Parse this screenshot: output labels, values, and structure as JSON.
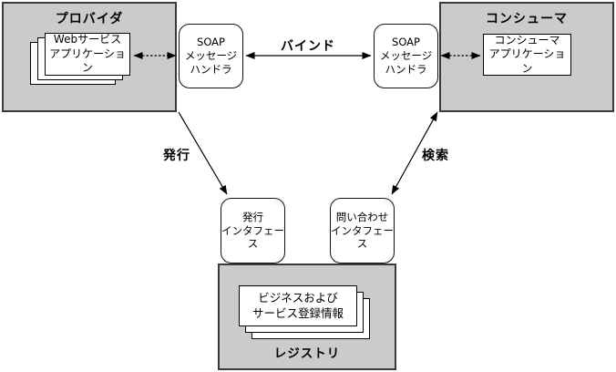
{
  "colors": {
    "background": "#ffffff",
    "container_fill": "#cbcbcb",
    "container_border": "#3a3a3a",
    "node_fill": "#ffffff",
    "node_border": "#000000",
    "arrow": "#000000",
    "text": "#000000"
  },
  "provider": {
    "title": "プロバイダ",
    "app": {
      "text": "Webサービス\nアプリケーション"
    }
  },
  "consumer": {
    "title": "コンシューマ",
    "app": {
      "text": "コンシューマ\nアプリケーション"
    }
  },
  "soap_handler_provider": {
    "text": "SOAP\nメッセージ\nハンドラ"
  },
  "soap_handler_consumer": {
    "text": "SOAP\nメッセージ\nハンドラ"
  },
  "publish_interface": {
    "text": "発行\nインタフェース"
  },
  "inquiry_interface": {
    "text": "問い合わせ\nインタフェース"
  },
  "registry": {
    "title": "レジストリ",
    "data": {
      "text": "ビジネスおよび\nサービス登録情報"
    }
  },
  "edges": {
    "bind": {
      "label": "バインド",
      "style": "solid",
      "arrows": "both"
    },
    "publish": {
      "label": "発行",
      "style": "solid",
      "arrows": "end"
    },
    "find": {
      "label": "検索",
      "style": "solid",
      "arrows": "both"
    },
    "provider_app_to_soap": {
      "style": "dotted",
      "arrows": "both"
    },
    "consumer_app_to_soap": {
      "style": "dotted",
      "arrows": "both"
    }
  }
}
